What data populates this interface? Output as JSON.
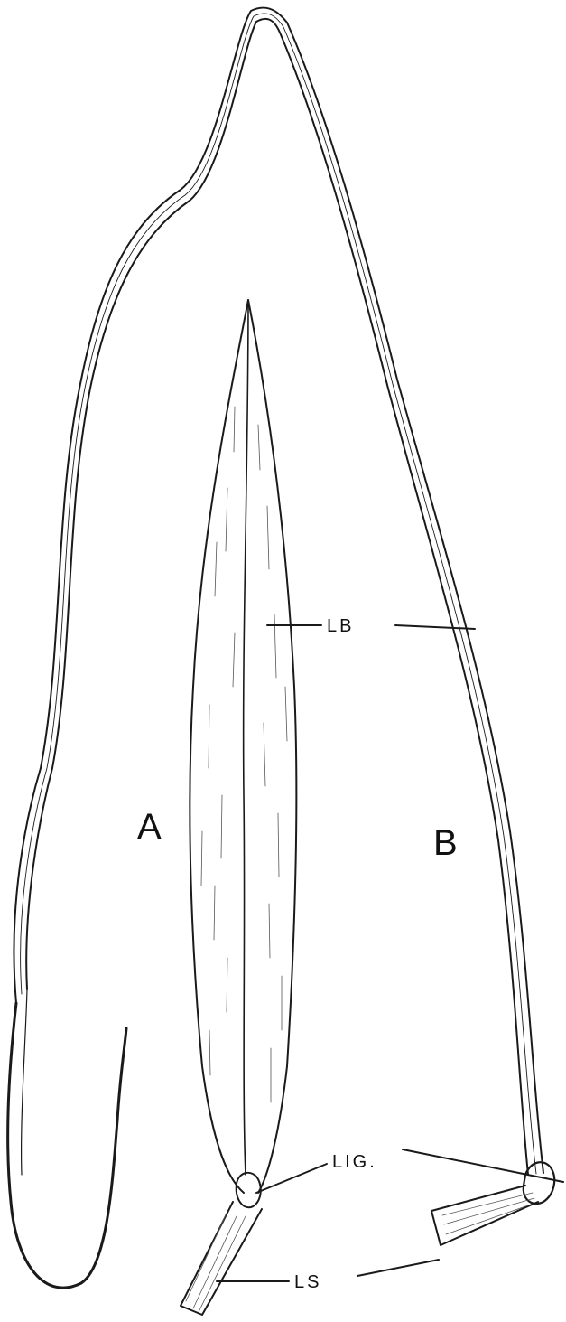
{
  "figure": {
    "panel_a_label": "A",
    "panel_b_label": "B",
    "label_blade": "LB",
    "label_ligule": "LIG.",
    "label_sheath": "LS",
    "line_color": "#1a1a1a",
    "background": "#ffffff"
  }
}
